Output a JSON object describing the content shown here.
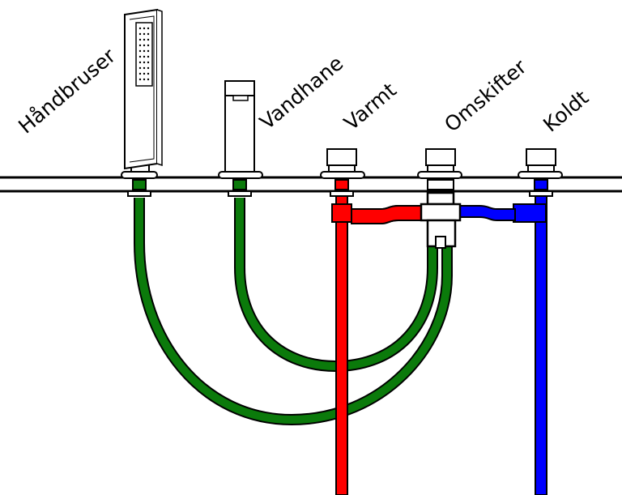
{
  "labels": {
    "handshower": "Håndbruser",
    "spout": "Vandhane",
    "hot": "Varmt",
    "diverter": "Omskifter",
    "cold": "Koldt"
  },
  "colors": {
    "hose": "#0b7a0b",
    "hot": "#ff0000",
    "cold": "#0000ff",
    "outline": "#000000",
    "fill": "#ffffff"
  }
}
